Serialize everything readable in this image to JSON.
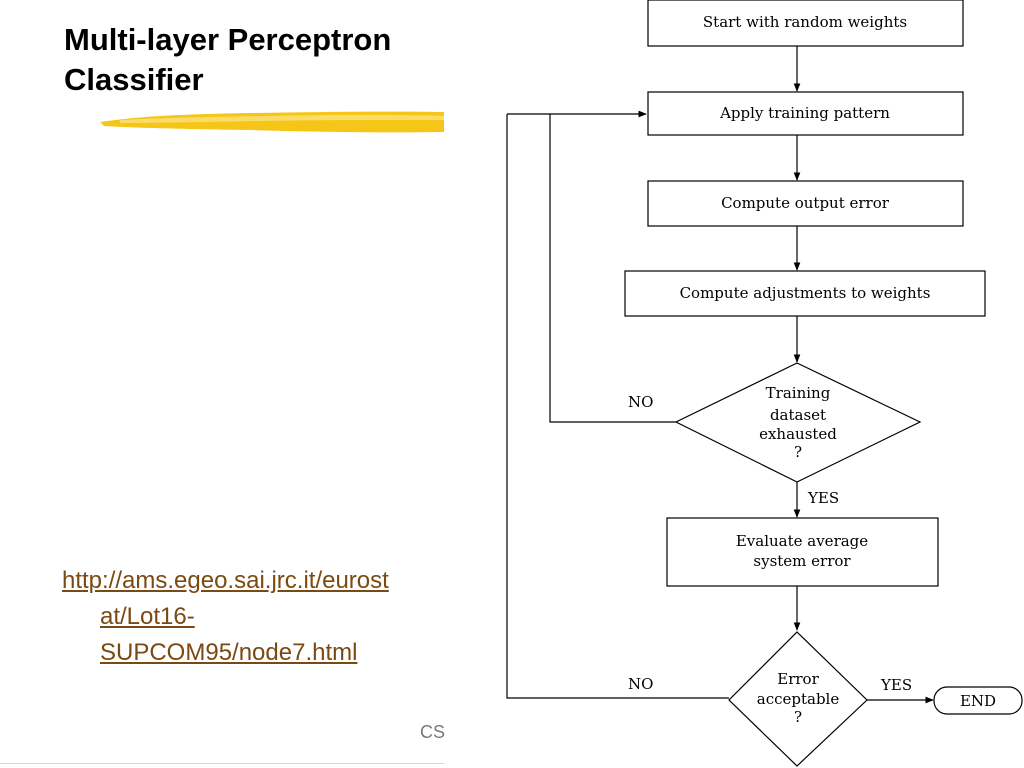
{
  "slide": {
    "title_line1": "Multi-layer Perceptron",
    "title_line2": "Classifier",
    "link_line1": "http://ams.egeo.sai.jrc.it/eurost",
    "link_line2": "at/Lot16-",
    "link_line3": "SUPCOM95/node7.html",
    "footer_text": "CS",
    "brush_color": "#f5c518"
  },
  "flowchart": {
    "start": "Start with random weights",
    "apply": "Apply training pattern",
    "compute_error": "Compute output error",
    "compute_adjust": "Compute adjustments to weights",
    "training_q": [
      "Training",
      "dataset",
      "exhausted",
      "?"
    ],
    "evaluate": [
      "Evaluate average",
      "system error"
    ],
    "error_q": [
      "Error",
      "acceptable",
      "?"
    ],
    "end": "END",
    "no_label_1": "NO",
    "yes_label_1": "YES",
    "no_label_2": "NO",
    "yes_label_2": "YES"
  }
}
